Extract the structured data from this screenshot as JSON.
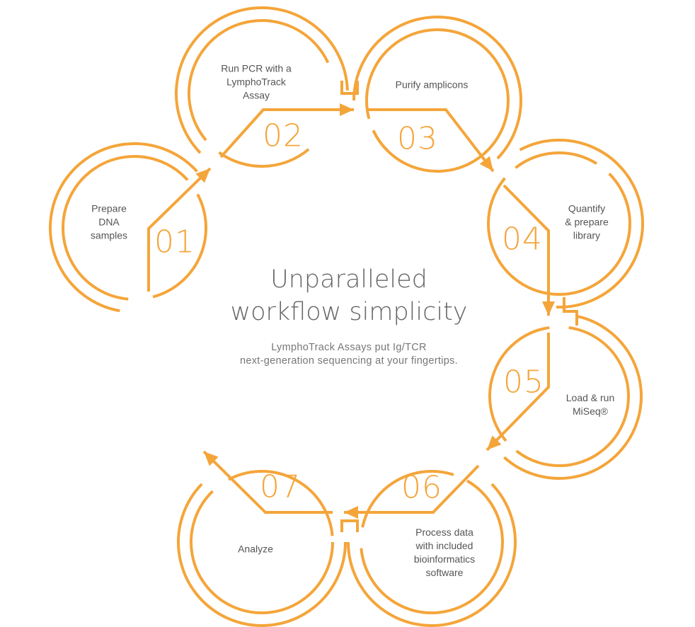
{
  "accent_color": "#F4A53A",
  "title": {
    "line1": "Unparalleled",
    "line2": "workflow simplicity"
  },
  "subtitle": {
    "line1": "LymphoTrack Assays put Ig/TCR",
    "line2": "next-generation sequencing at your fingertips."
  },
  "steps": [
    {
      "number": "01",
      "label": [
        "Prepare",
        "DNA",
        "samples"
      ]
    },
    {
      "number": "02",
      "label": [
        "Run PCR with a",
        "LymphoTrack",
        "Assay"
      ]
    },
    {
      "number": "03",
      "label": [
        "Purify amplicons"
      ]
    },
    {
      "number": "04",
      "label": [
        "Quantify",
        "& prepare",
        "library"
      ]
    },
    {
      "number": "05",
      "label": [
        "Load & run",
        "MiSeq®"
      ]
    },
    {
      "number": "06",
      "label": [
        "Process data",
        "with included",
        "bioinformatics",
        "software"
      ]
    },
    {
      "number": "07",
      "label": [
        "Analyze"
      ]
    }
  ]
}
